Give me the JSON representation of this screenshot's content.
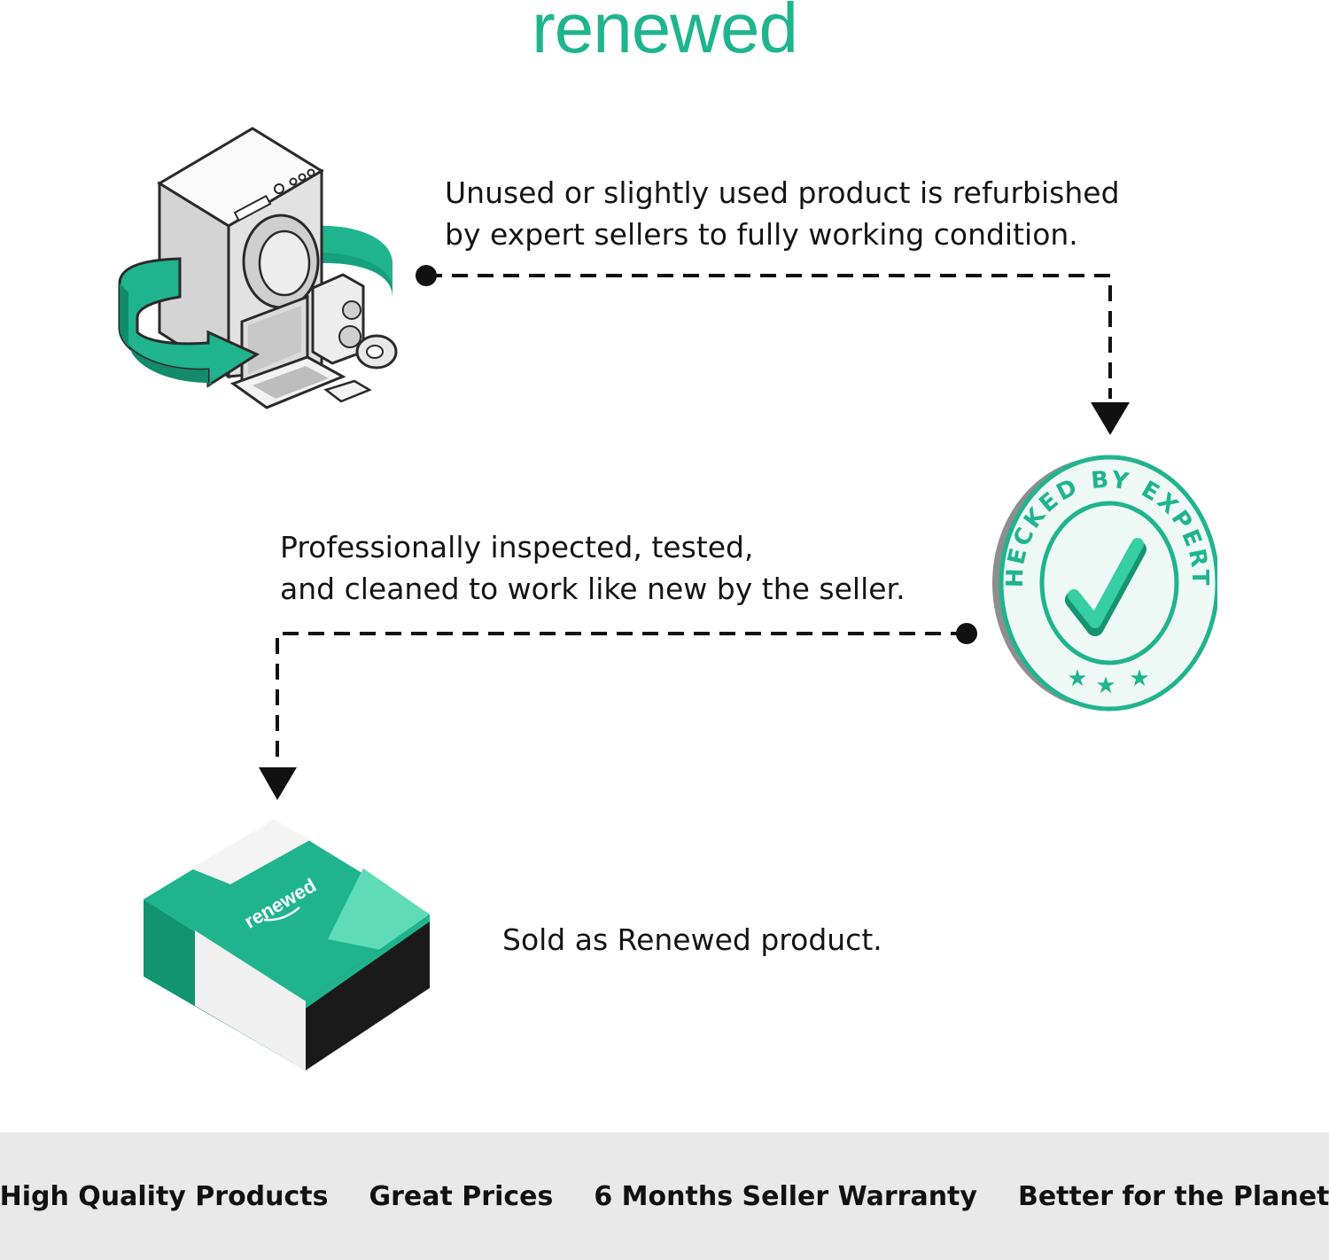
{
  "brand": {
    "title": "renewed",
    "color": "#1fb48e"
  },
  "steps": [
    {
      "lines": [
        "Unused or slightly used product is refurbished",
        "by expert sellers to fully working condition."
      ],
      "icon": "appliances-refurbish-icon"
    },
    {
      "lines": [
        "Professionally inspected, tested,",
        "and cleaned to work like new by the seller."
      ],
      "icon": "checked-by-experts-badge-icon",
      "badge_text": "CHECKED BY EXPERTS"
    },
    {
      "lines": [
        "Sold as Renewed product."
      ],
      "icon": "renewed-box-icon",
      "box_label": "renewed"
    }
  ],
  "footer": {
    "features": [
      "High Quality Products",
      "Great Prices",
      "6 Months Seller Warranty",
      "Better for the Planet"
    ],
    "background": "#e9e9e9"
  },
  "colors": {
    "accent": "#1fb48e",
    "accent_dark": "#16a07c",
    "text": "#111111"
  }
}
